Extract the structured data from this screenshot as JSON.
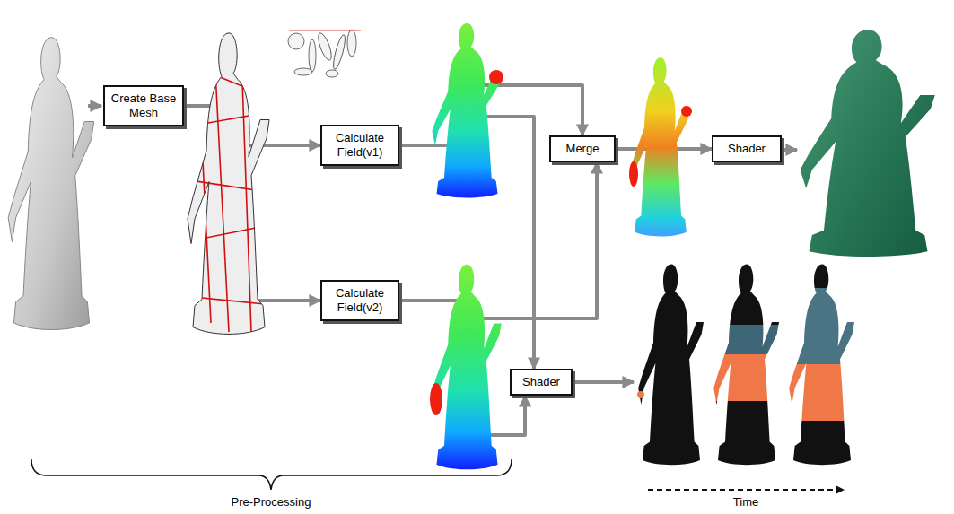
{
  "diagram": {
    "nodes": [
      {
        "text": [
          "Create Base Mesh"
        ]
      },
      {
        "text": [
          "Calculate Field(v1)"
        ]
      },
      {
        "text": [
          "Calculate Field(v2)"
        ]
      },
      {
        "text": [
          "Merge"
        ]
      },
      {
        "text": [
          "Shader"
        ]
      },
      {
        "text": [
          "Shader"
        ]
      }
    ],
    "edges": [
      {
        "from": 0,
        "to": 1,
        "arrow": "to"
      },
      {
        "from": 0,
        "to": 2,
        "arrow": "to"
      },
      {
        "from": 1,
        "to": 3,
        "arrow": "to"
      },
      {
        "from": 2,
        "to": 3,
        "arrow": "to"
      },
      {
        "from": 1,
        "to": 5,
        "arrow": "to"
      },
      {
        "from": 2,
        "to": 5,
        "arrow": "to"
      },
      {
        "from": 3,
        "to": 4,
        "arrow": "to"
      }
    ],
    "labels": [
      "Pre-Processing",
      "Time"
    ]
  }
}
